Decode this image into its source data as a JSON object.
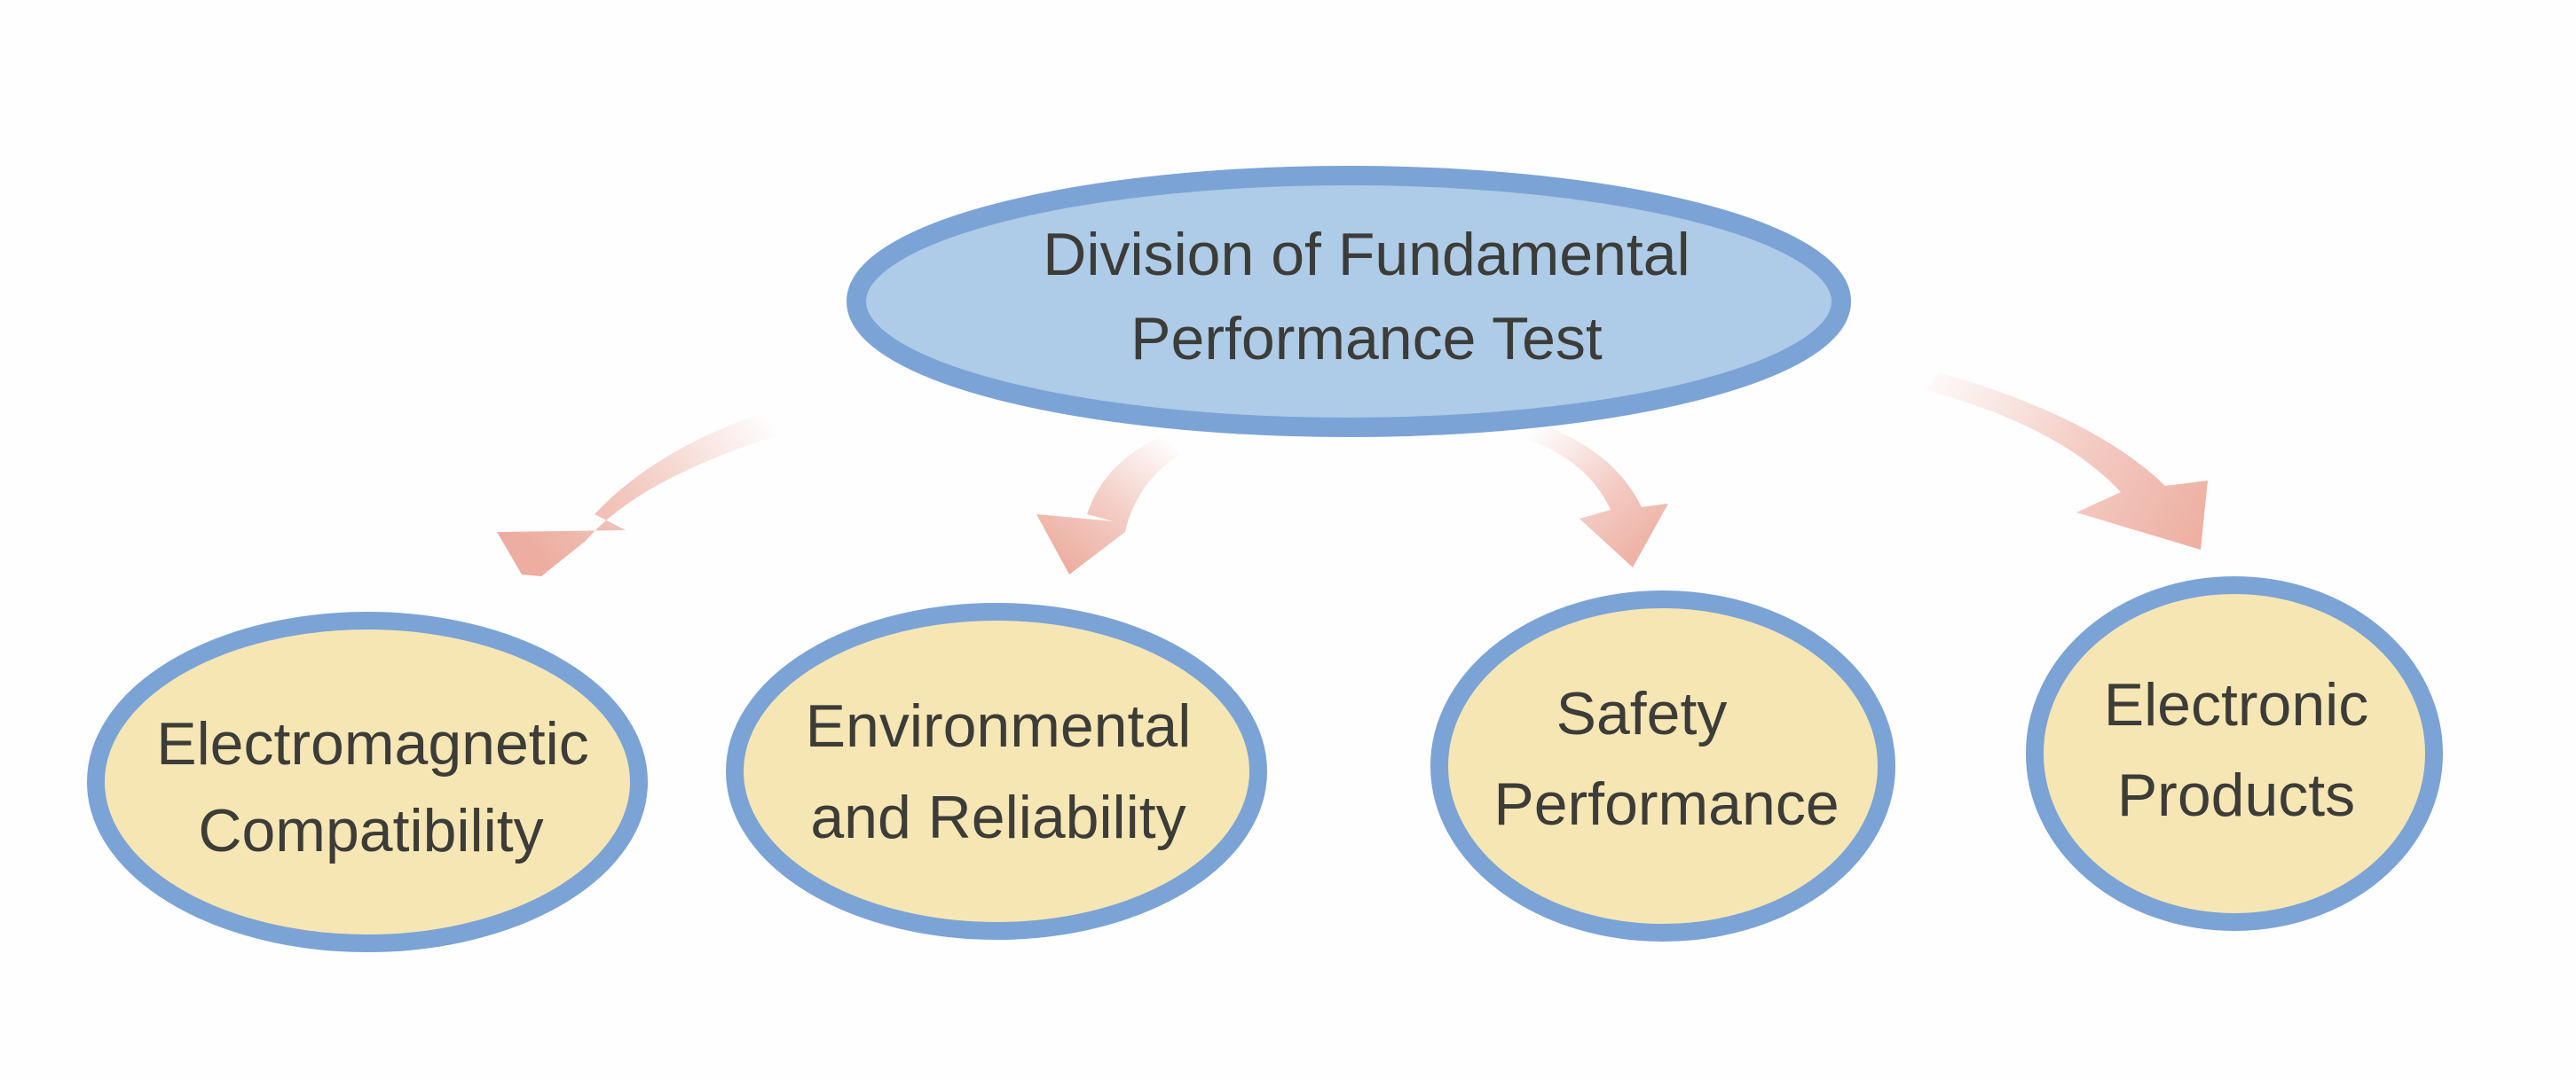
{
  "diagram": {
    "root": {
      "lines": [
        "Division of Fundamental",
        "Performance Test"
      ]
    },
    "children": [
      {
        "id": "emc",
        "lines": [
          "Electromagnetic",
          "Compatibility"
        ]
      },
      {
        "id": "env",
        "lines": [
          "Environmental",
          "and Reliability"
        ]
      },
      {
        "id": "safety",
        "lines": [
          "Safety",
          "Performance"
        ]
      },
      {
        "id": "electronic",
        "lines": [
          "Electronic",
          "Products"
        ]
      }
    ],
    "colors": {
      "root_fill": "#aecbe7",
      "child_fill": "#f6e6b4",
      "outline": "#7ba3d6",
      "arrow": "#ecaa9c",
      "text": "#3c3c38"
    }
  }
}
